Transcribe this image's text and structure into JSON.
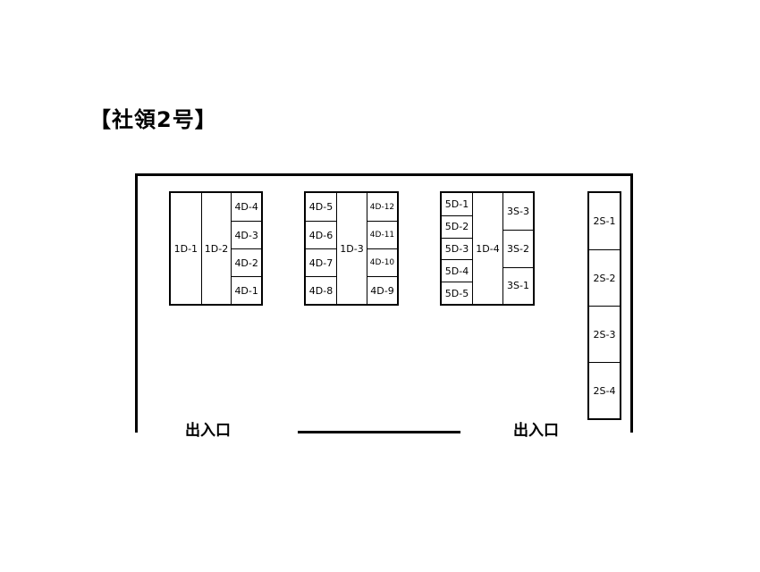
{
  "title": "【社領2号】",
  "entrances": {
    "left": "出入口",
    "right": "出入口"
  },
  "blocks": [
    {
      "columns": [
        {
          "cells": [
            "1D-1"
          ]
        },
        {
          "cells": [
            "1D-2"
          ]
        },
        {
          "cells": [
            "4D-4",
            "4D-3",
            "4D-2",
            "4D-1"
          ]
        }
      ]
    },
    {
      "columns": [
        {
          "cells": [
            "4D-5",
            "4D-6",
            "4D-7",
            "4D-8"
          ]
        },
        {
          "cells": [
            "1D-3"
          ]
        },
        {
          "cells": [
            "4D-12",
            "4D-11",
            "4D-10",
            "4D-9"
          ]
        }
      ]
    },
    {
      "columns": [
        {
          "cells": [
            "5D-1",
            "5D-2",
            "5D-3",
            "5D-4",
            "5D-5"
          ]
        },
        {
          "cells": [
            "1D-4"
          ]
        },
        {
          "cells": [
            "3S-3",
            "3S-2",
            "3S-1"
          ]
        }
      ]
    },
    {
      "columns": [
        {
          "cells": [
            "2S-1",
            "2S-2",
            "2S-3",
            "2S-4"
          ]
        }
      ]
    }
  ]
}
